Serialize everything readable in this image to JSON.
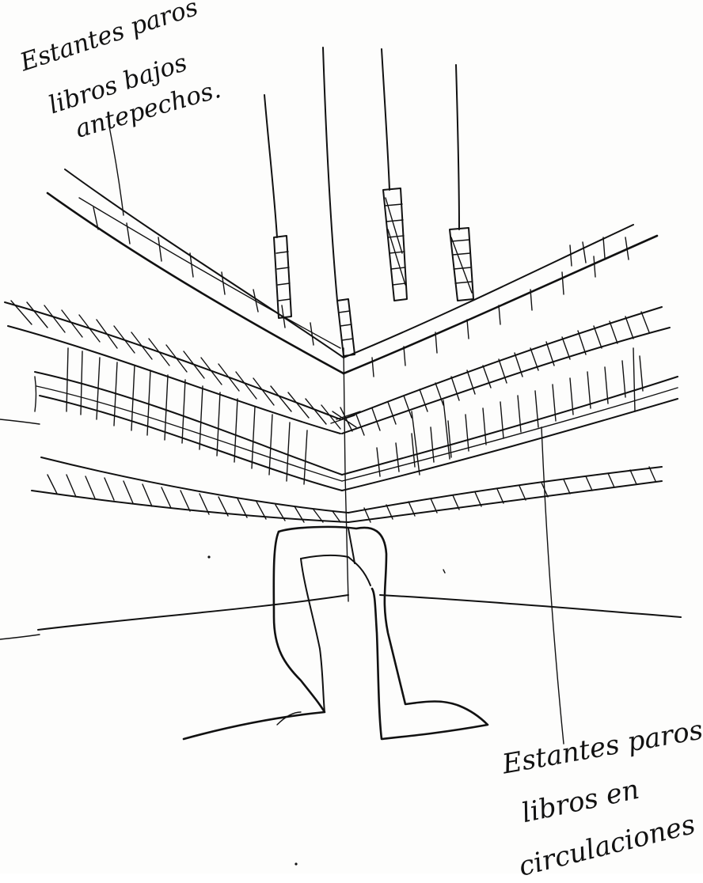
{
  "annotations": {
    "top": [
      "Estantes paros",
      "libros bajos",
      "antepechos."
    ],
    "bottom": [
      "Estantes paros",
      "libros en",
      "circulaciones"
    ]
  },
  "colors": {
    "ink": "#111111",
    "paper": "#fdfdfc"
  }
}
